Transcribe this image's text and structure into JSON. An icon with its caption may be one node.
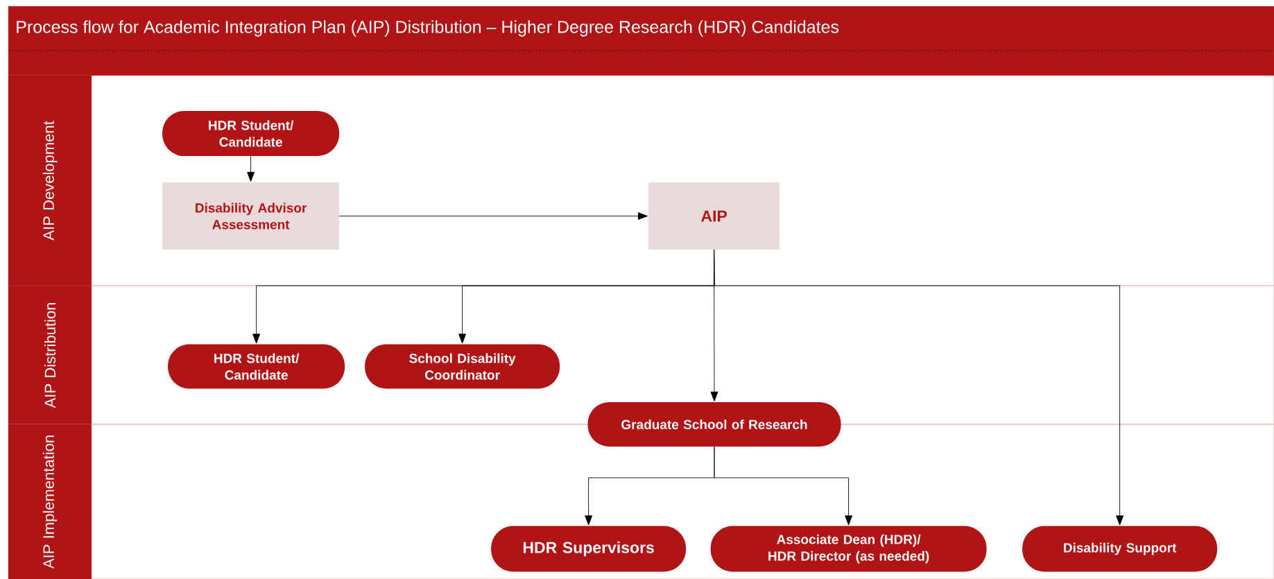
{
  "diagram": {
    "title": "Process flow for Academic Integration Plan (AIP) Distribution – Higher Degree Research (HDR) Candidates",
    "nodes": [
      {
        "text": [
          "AIP Development"
        ]
      },
      {
        "text": [
          "AIP Distribution"
        ]
      },
      {
        "text": [
          "AIP Implementation"
        ]
      },
      {
        "text": [
          "HDR Student/ Candidate"
        ],
        "in": 0
      },
      {
        "text": [
          "Disability Advisor Assessment"
        ],
        "in": 0
      },
      {
        "text": [
          "AIP"
        ],
        "in": 0
      },
      {
        "text": [
          "HDR Student/ Candidate"
        ],
        "in": 1
      },
      {
        "text": [
          "School Disability Coordinator"
        ],
        "in": 1
      },
      {
        "text": [
          "Graduate School of Research"
        ]
      },
      {
        "text": [
          "HDR Supervisors"
        ],
        "in": 2
      },
      {
        "text": [
          "Associate Dean (HDR)/ HDR Director (as needed)"
        ],
        "in": 2
      },
      {
        "text": [
          "Disability Support"
        ],
        "in": 2
      }
    ],
    "edges": [
      {
        "from": 3,
        "to": 4,
        "arrow": "to"
      },
      {
        "from": 4,
        "to": 5,
        "arrow": "to"
      },
      {
        "from": 5,
        "to": 6,
        "arrow": "to"
      },
      {
        "from": 5,
        "to": 7,
        "arrow": "to"
      },
      {
        "from": 5,
        "to": 8,
        "arrow": "to"
      },
      {
        "from": 5,
        "to": 11,
        "arrow": "to"
      },
      {
        "from": 8,
        "to": 9,
        "arrow": "to"
      },
      {
        "from": 8,
        "to": 10,
        "arrow": "to"
      }
    ]
  }
}
